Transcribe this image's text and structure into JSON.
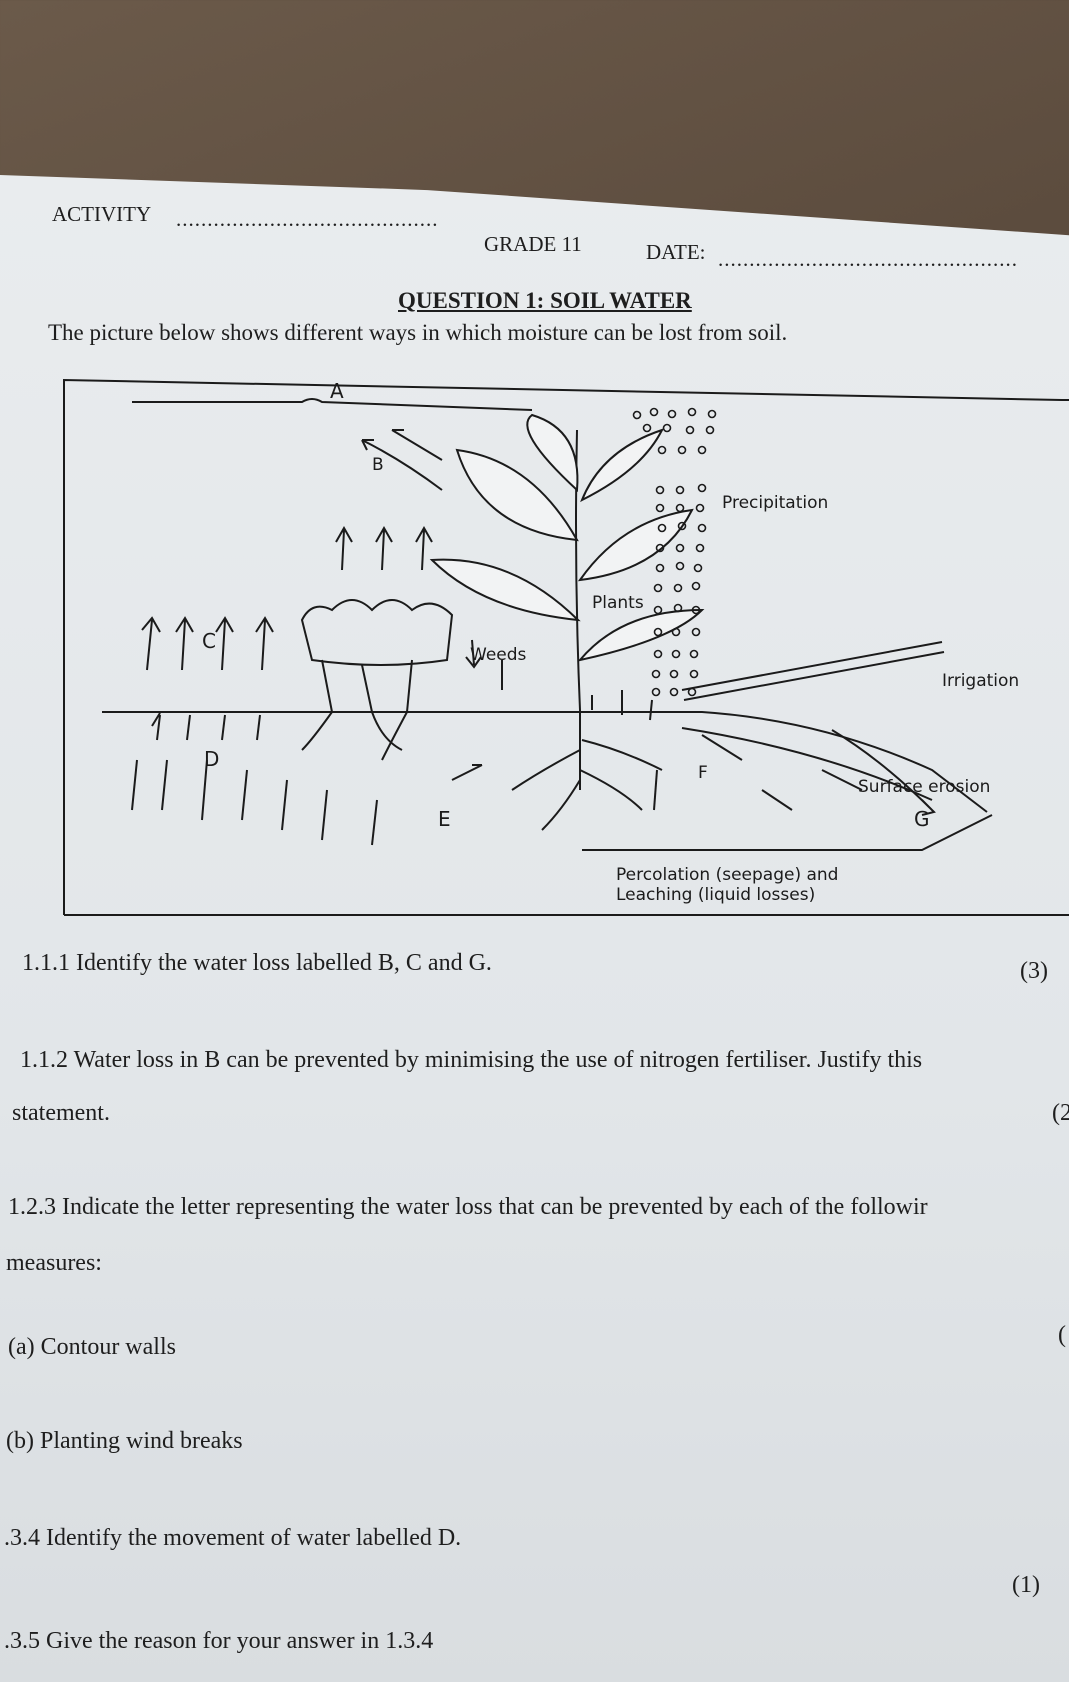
{
  "header": {
    "activity_label": "ACTIVITY",
    "activity_dots": "..........................................",
    "grade": "GRADE 11",
    "date_label": "DATE:",
    "date_dots": "................................................"
  },
  "title": "QUESTION 1: SOIL WATER",
  "intro": "The picture below shows different ways in which moisture can be lost from soil.",
  "diagram": {
    "labels": {
      "a": "A",
      "b": "B",
      "c": "C",
      "d": "D",
      "e": "E",
      "f": "F",
      "g": "G",
      "precipitation": "Precipitation",
      "plants": "Plants",
      "weeds": "Weeds",
      "irrigation": "Irrigation",
      "surface_erosion": "Surface erosion",
      "percolation_1": "Percolation (seepage) and",
      "percolation_2": "Leaching (liquid losses)"
    }
  },
  "questions": [
    {
      "text": "1.1.1 Identify the water loss labelled B, C and G.",
      "marks": "(3)"
    },
    {
      "text": "1.1.2 Water loss in B can be prevented by minimising the use of nitrogen fertiliser. Justify this"
    },
    {
      "text": "statement.",
      "marks": "(2"
    },
    {
      "text": "1.2.3 Indicate the letter representing the water loss that can be prevented by each of the followir"
    },
    {
      "text": "measures:"
    },
    {
      "text": "(a) Contour walls",
      "marks": "("
    },
    {
      "text": "(b) Planting wind breaks"
    },
    {
      "text": ".3.4 Identify the movement of water labelled D.",
      "marks": "(1)"
    },
    {
      "text": ".3.5 Give the reason for your answer in 1.3.4"
    }
  ]
}
